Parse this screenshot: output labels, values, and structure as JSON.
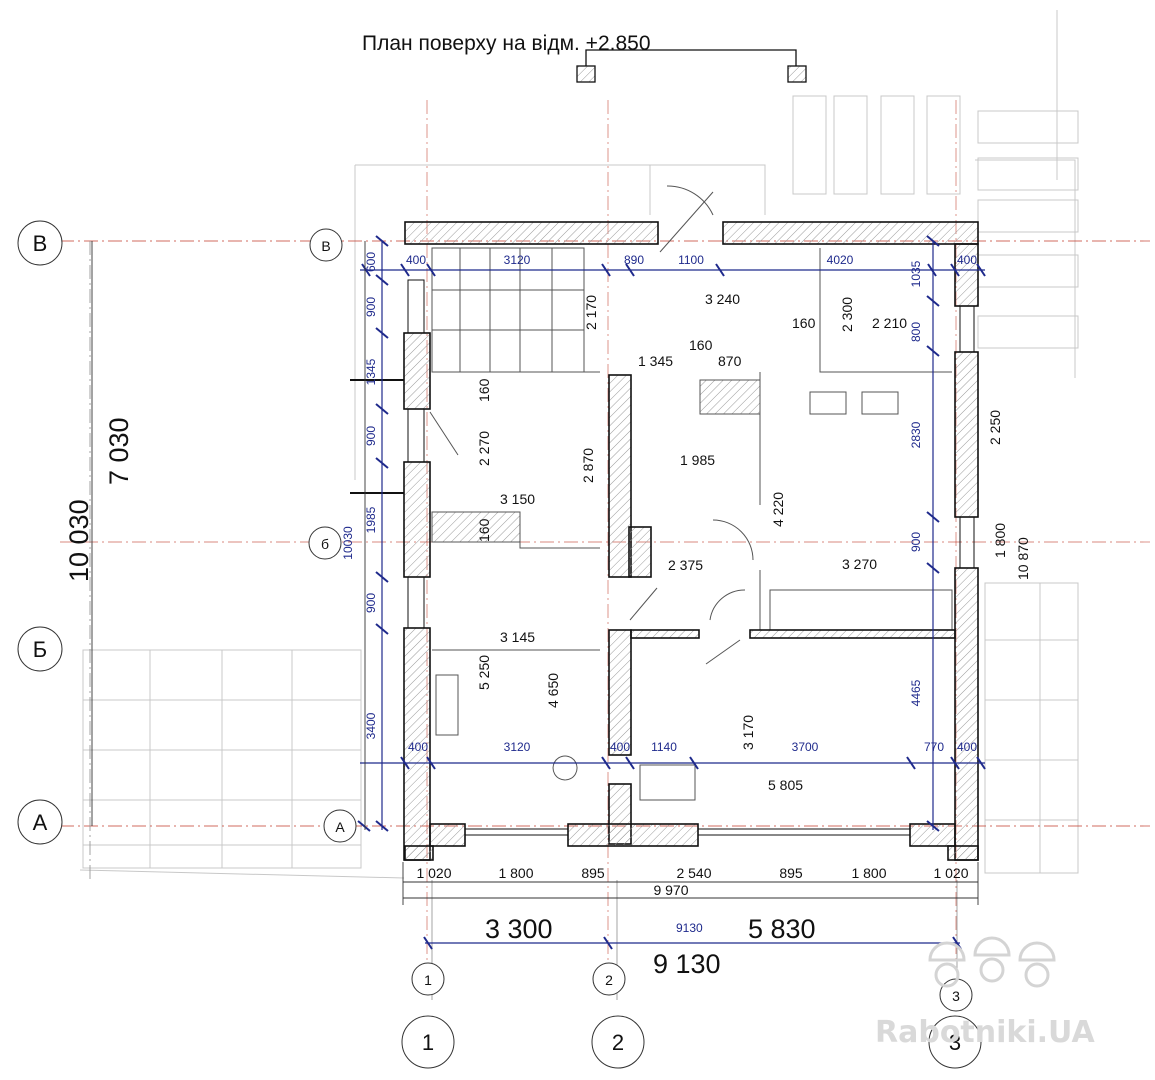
{
  "title": "План поверху на відм. +2.850",
  "watermark": "Rabotniki.UA",
  "colors": {
    "wall_fill": "#e6e6e6",
    "wall_stroke": "#111111",
    "dim_blue": "#1f2a8c",
    "axis_red": "#c23a2a",
    "faint": "#bdbdbd"
  },
  "axes": {
    "rows_outer": [
      "В",
      "Б",
      "А"
    ],
    "rows_inner": [
      "В",
      "б",
      "А"
    ],
    "cols_outer": [
      "1",
      "2",
      "3"
    ],
    "cols_inner": [
      "1",
      "2",
      "3"
    ]
  },
  "overall_dims": {
    "left_big": "10 030",
    "left_big2": "7 030",
    "bottom_3300": "3 300",
    "bottom_5830": "5 830",
    "bottom_9130": "9 130",
    "bottom_9130_blue": "9130",
    "bottom_9970": "9 970",
    "right_10870": "10 870",
    "right_1800": "1 800",
    "right_2250": "2 250"
  },
  "top_blue_dims": [
    "400",
    "3120",
    "890",
    "1100",
    "4020",
    "400"
  ],
  "mid_blue_dims": [
    "400",
    "3120",
    "400",
    "1140",
    "3700",
    "770",
    "400"
  ],
  "left_blue_dims": [
    "600",
    "900",
    "1345",
    "900",
    "1985",
    "900",
    "3400"
  ],
  "left_blue_total": "10030",
  "right_blue_dims": [
    "1035",
    "800",
    "2830",
    "900",
    "4465"
  ],
  "bottom_black_dims": [
    "1 020",
    "1 800",
    "895",
    "2 540",
    "895",
    "1 800",
    "1 020"
  ],
  "room_dims": {
    "d_2170": "2 170",
    "d_3240": "3 240",
    "d_160a": "160",
    "d_2300": "2 300",
    "d_2210": "2 210",
    "d_160b": "160",
    "d_1345": "1 345",
    "d_870": "870",
    "d_160c": "160",
    "d_2270": "2 270",
    "d_2870": "2 870",
    "d_1985": "1 985",
    "d_3150": "3 150",
    "d_160d": "160",
    "d_4220": "4 220",
    "d_2375": "2 375",
    "d_3270": "3 270",
    "d_3145": "3 145",
    "d_5250": "5 250",
    "d_4650": "4 650",
    "d_3170": "3 170",
    "d_5805": "5 805"
  }
}
